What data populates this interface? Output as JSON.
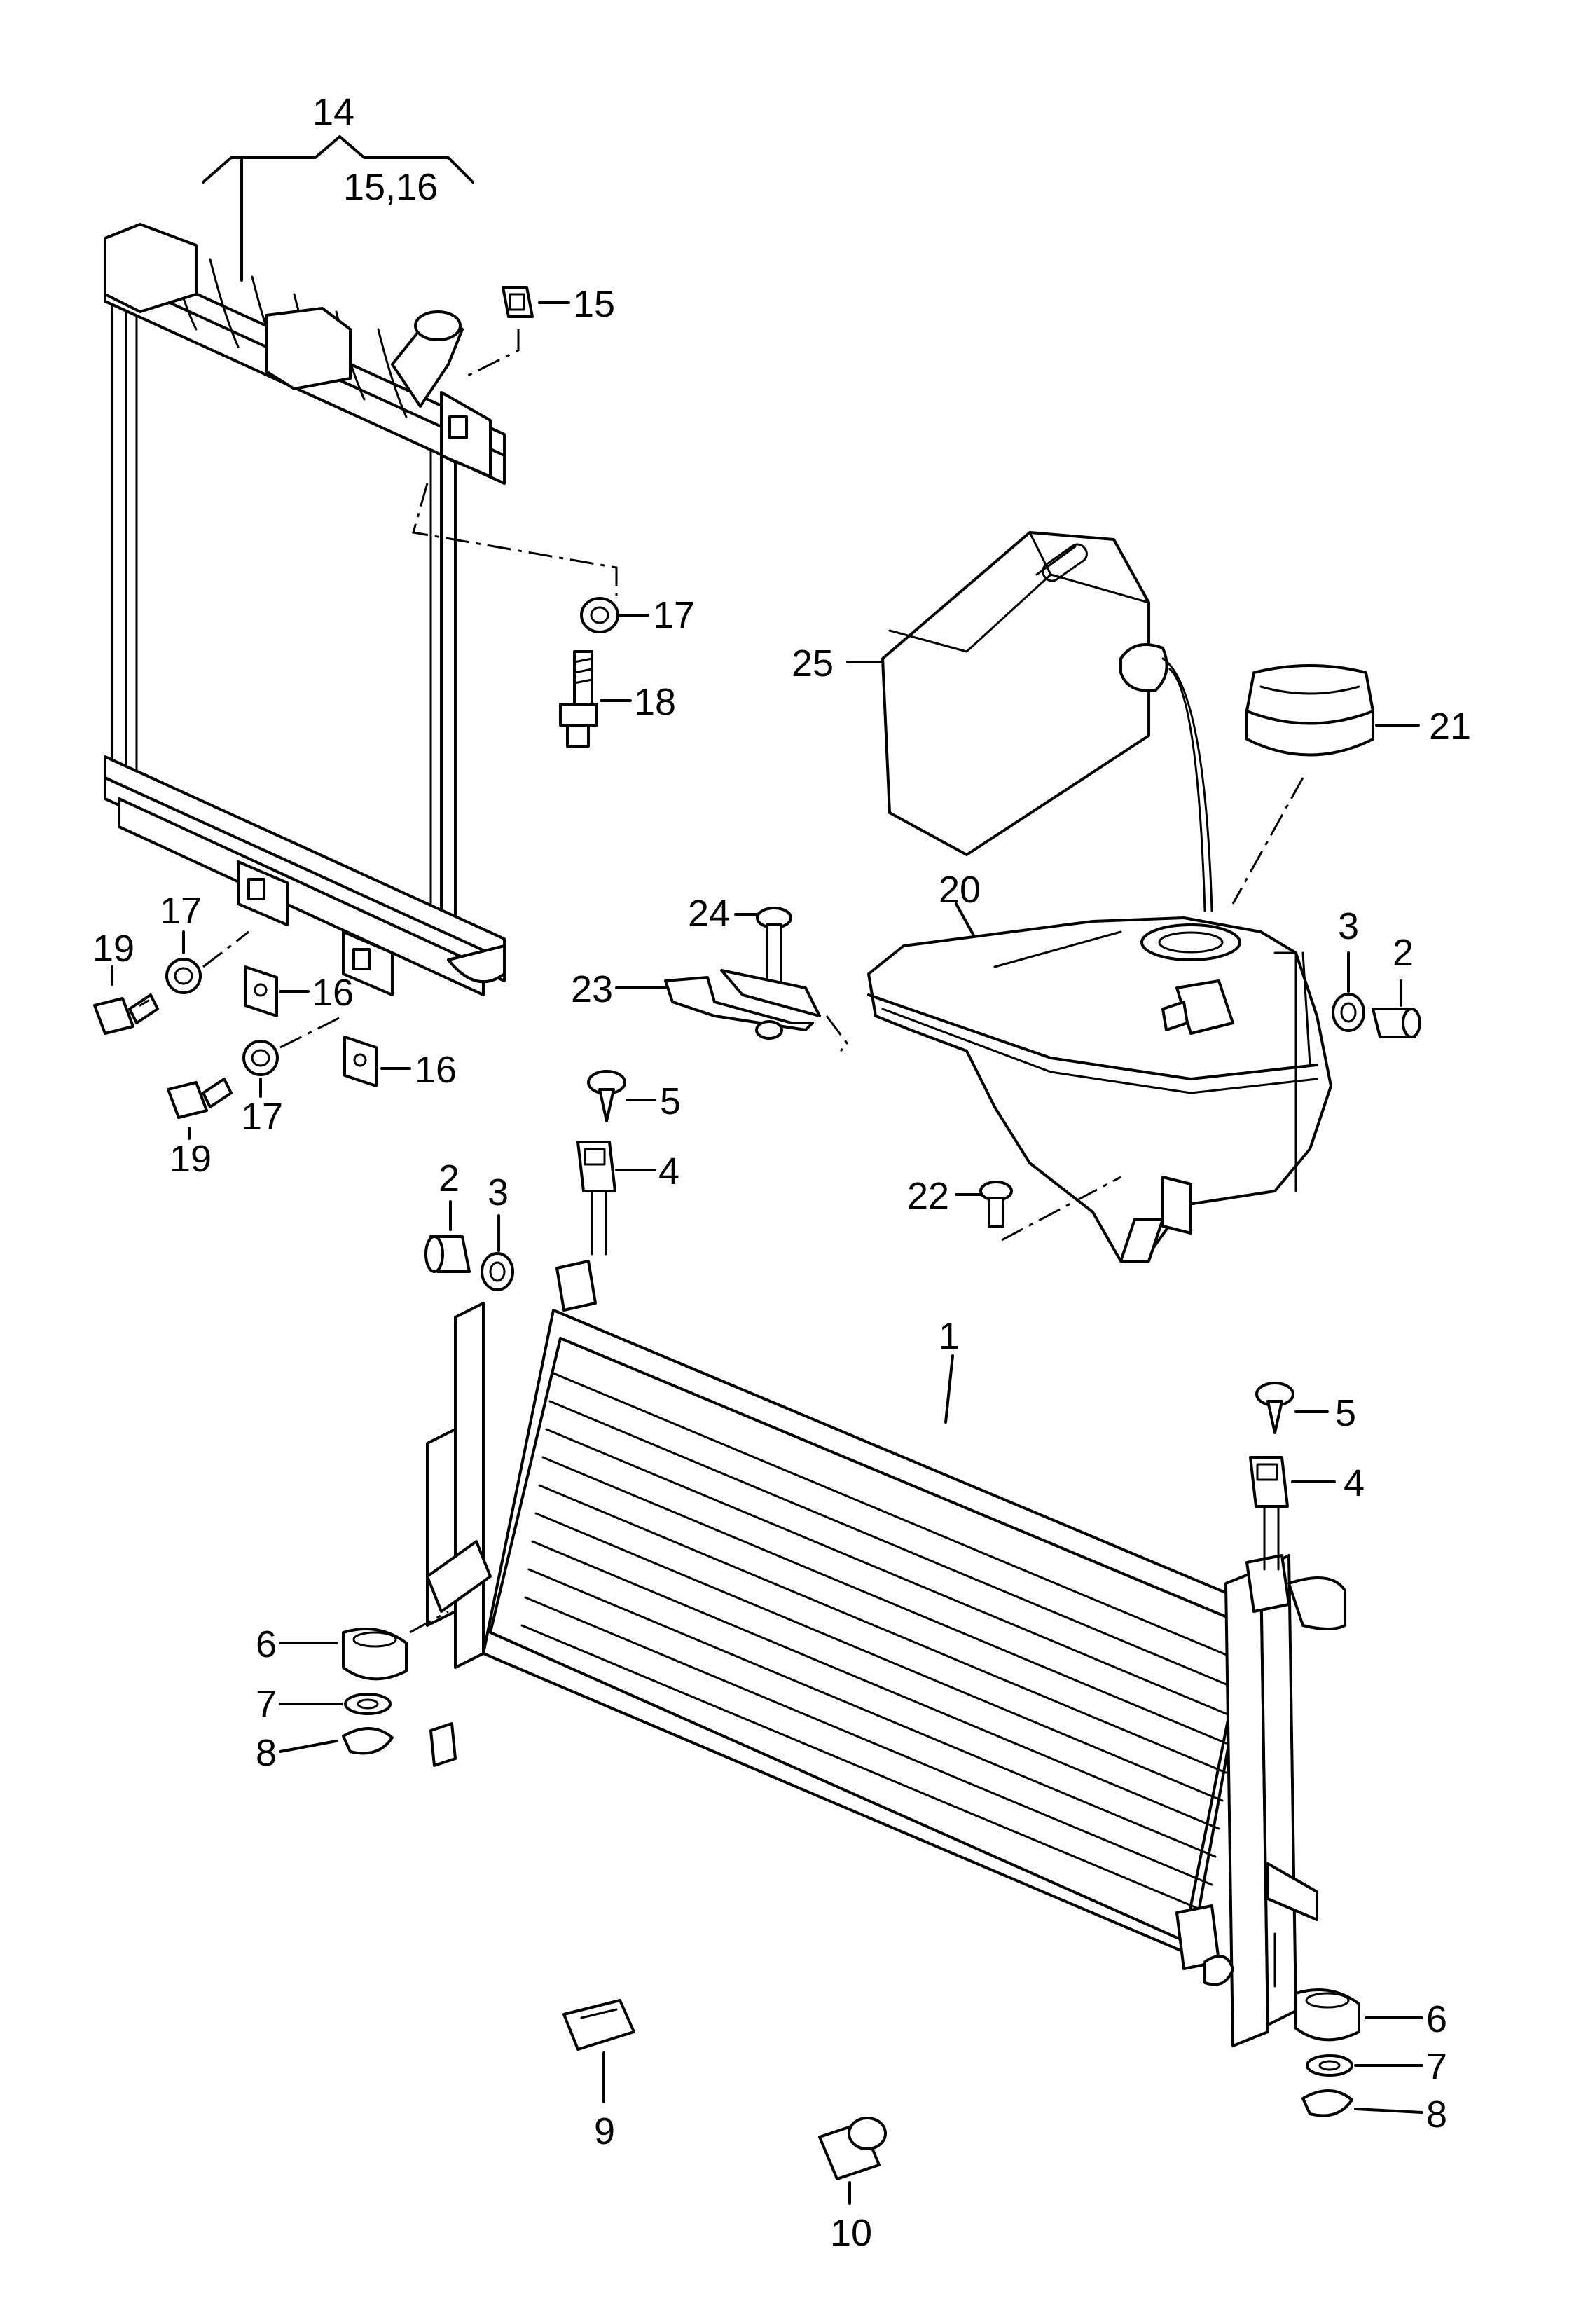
{
  "callouts": {
    "c1": "1",
    "c2a": "2",
    "c2b": "2",
    "c3a": "3",
    "c3b": "3",
    "c4a": "4",
    "c4b": "4",
    "c5a": "5",
    "c5b": "5",
    "c6a": "6",
    "c6b": "6",
    "c7a": "7",
    "c7b": "7",
    "c8a": "8",
    "c8b": "8",
    "c9": "9",
    "c10": "10",
    "c14": "14",
    "c1516": "15,16",
    "c15": "15",
    "c16a": "16",
    "c16b": "16",
    "c17a": "17",
    "c17b": "17",
    "c17c": "17",
    "c18": "18",
    "c19a": "19",
    "c19b": "19",
    "c20": "20",
    "c21": "21",
    "c22": "22",
    "c23": "23",
    "c24": "24",
    "c25": "25"
  }
}
